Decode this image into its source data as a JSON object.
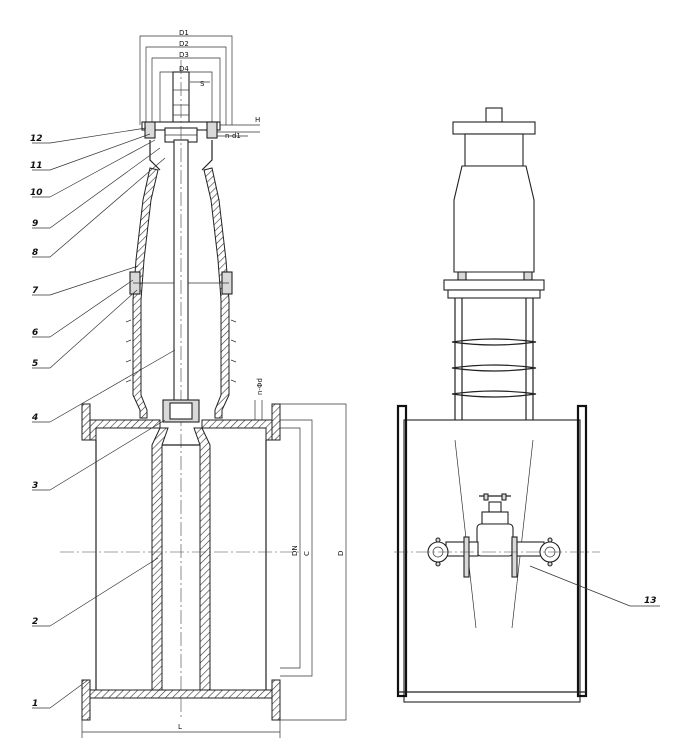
{
  "drawing": {
    "dimensions": {
      "d1": "D1",
      "d2": "D2",
      "d3": "D3",
      "d4": "D4",
      "top_s": "S",
      "top_h": "H",
      "flange_holes": "n-d1",
      "body_holes": "n-Φd",
      "dn": "DN",
      "c": "C",
      "d": "D",
      "l": "L"
    },
    "part_labels": [
      "12",
      "11",
      "10",
      "9",
      "8",
      "7",
      "6",
      "5",
      "4",
      "3",
      "2",
      "1"
    ],
    "bypass_label": "13"
  }
}
